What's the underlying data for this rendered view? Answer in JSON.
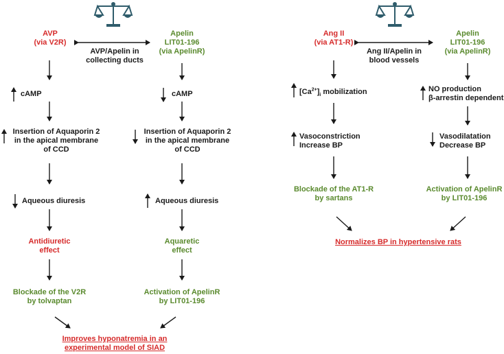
{
  "colors": {
    "red": "#d62b2b",
    "green": "#5a8a2e",
    "dark": "#1a1a1a",
    "icon": "#2f5c6b"
  },
  "icons": [
    "balance-scale-icon",
    "balance-scale-icon"
  ],
  "left": {
    "avp_line1": "AVP",
    "avp_line2": "(via V2R)",
    "apelin_line1": "Apelin",
    "apelin_line2": "LIT01-196",
    "apelin_line3": "(via ApelinR)",
    "center_line1": "AVP/Apelin in",
    "center_line2": "collecting ducts",
    "avp_steps": {
      "camp": "cAMP",
      "aqp_line1": "Insertion of Aquaporin 2",
      "aqp_line2": "in the apical membrane",
      "aqp_line3": "of CCD",
      "diuresis": "Aqueous diuresis",
      "effect_line1": "Antidiuretic",
      "effect_line2": "effect",
      "blockade_line1": "Blockade of the V2R",
      "blockade_line2": "by tolvaptan"
    },
    "apelin_steps": {
      "camp": "cAMP",
      "aqp_line1": "Insertion of Aquaporin 2",
      "aqp_line2": "in the apical membrane",
      "aqp_line3": "of CCD",
      "diuresis": "Aqueous diuresis",
      "effect_line1": "Aquaretic",
      "effect_line2": "effect",
      "activation_line1": "Activation of ApelinR",
      "activation_line2": "by LIT01-196"
    },
    "conclusion_line1": "Improves hyponatremia in an",
    "conclusion_line2": "experimental model of SIAD"
  },
  "right": {
    "ang_line1": "Ang II",
    "ang_line2": "(via AT1-R)",
    "apelin_line1": "Apelin",
    "apelin_line2": "LIT01-196",
    "apelin_line3": "(via ApelinR)",
    "center_line1": "Ang II/Apelin in",
    "center_line2": "blood vessels",
    "ang_steps": {
      "ca_open": "[Ca",
      "ca_sup": "2+",
      "ca_close": "]",
      "ca_sub": "i",
      "ca_rest": " mobilization",
      "vaso_line1": "Vasoconstriction",
      "vaso_line2": "Increase BP",
      "blockade_line1": "Blockade of the AT1-R",
      "blockade_line2": "by sartans"
    },
    "apelin_steps": {
      "no_line1": "NO production",
      "no_line2": "β-arrestin dependent",
      "vaso_line1": "Vasodilatation",
      "vaso_line2": "Decrease BP",
      "activation_line1": "Activation of ApelinR",
      "activation_line2": "by LIT01-196"
    },
    "conclusion": "Normalizes BP in hypertensive rats"
  }
}
